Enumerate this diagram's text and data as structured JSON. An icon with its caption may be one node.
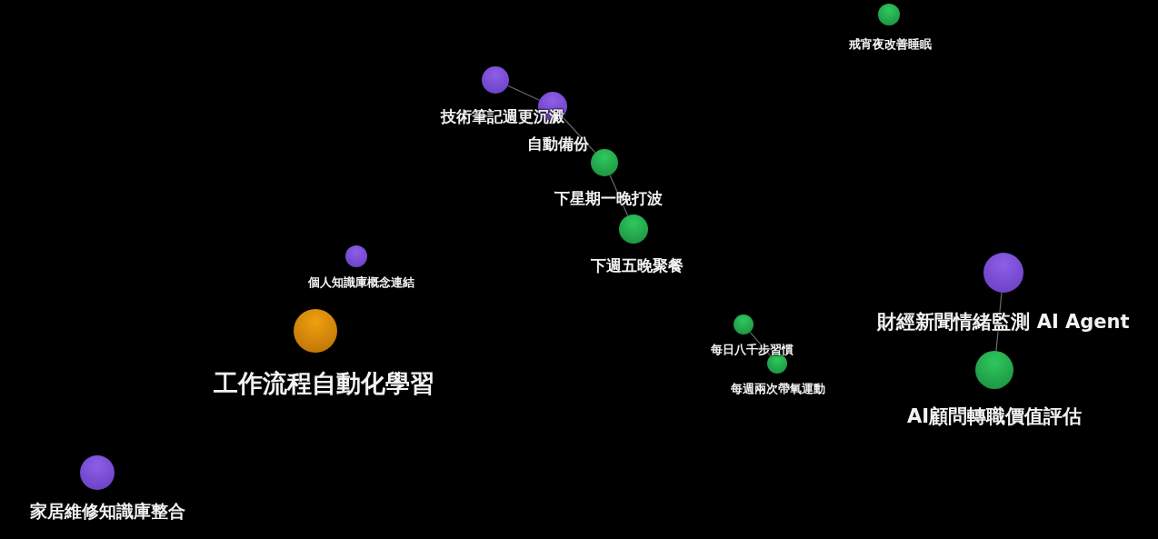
{
  "diagram": {
    "nodes": [
      {
        "text": [
          "戒宵夜改善睡眠"
        ]
      },
      {
        "text": [
          "技術筆記週更沉澱"
        ]
      },
      {
        "text": [
          "自動備份"
        ]
      },
      {
        "text": [
          "下星期一晚打波"
        ]
      },
      {
        "text": [
          "下週五晚聚餐"
        ]
      },
      {
        "text": [
          "個人知識庫概念連結"
        ]
      },
      {
        "text": [
          "財經新聞情緒監測 AI Agent"
        ]
      },
      {
        "text": [
          "每日八千步習慣"
        ]
      },
      {
        "text": [
          "工作流程自動化學習"
        ]
      },
      {
        "text": [
          "每週兩次帶氧運動"
        ]
      },
      {
        "text": [
          "AI顧問轉職價值評估"
        ]
      },
      {
        "text": [
          "家居維修知識庫整合"
        ]
      }
    ],
    "edges": [
      {
        "from": 1,
        "to": 2,
        "arrow": "none"
      },
      {
        "from": 2,
        "to": 3,
        "arrow": "none"
      },
      {
        "from": 3,
        "to": 4,
        "arrow": "none"
      },
      {
        "from": 7,
        "to": 9,
        "arrow": "none"
      },
      {
        "from": 6,
        "to": 10,
        "arrow": "none"
      }
    ]
  }
}
